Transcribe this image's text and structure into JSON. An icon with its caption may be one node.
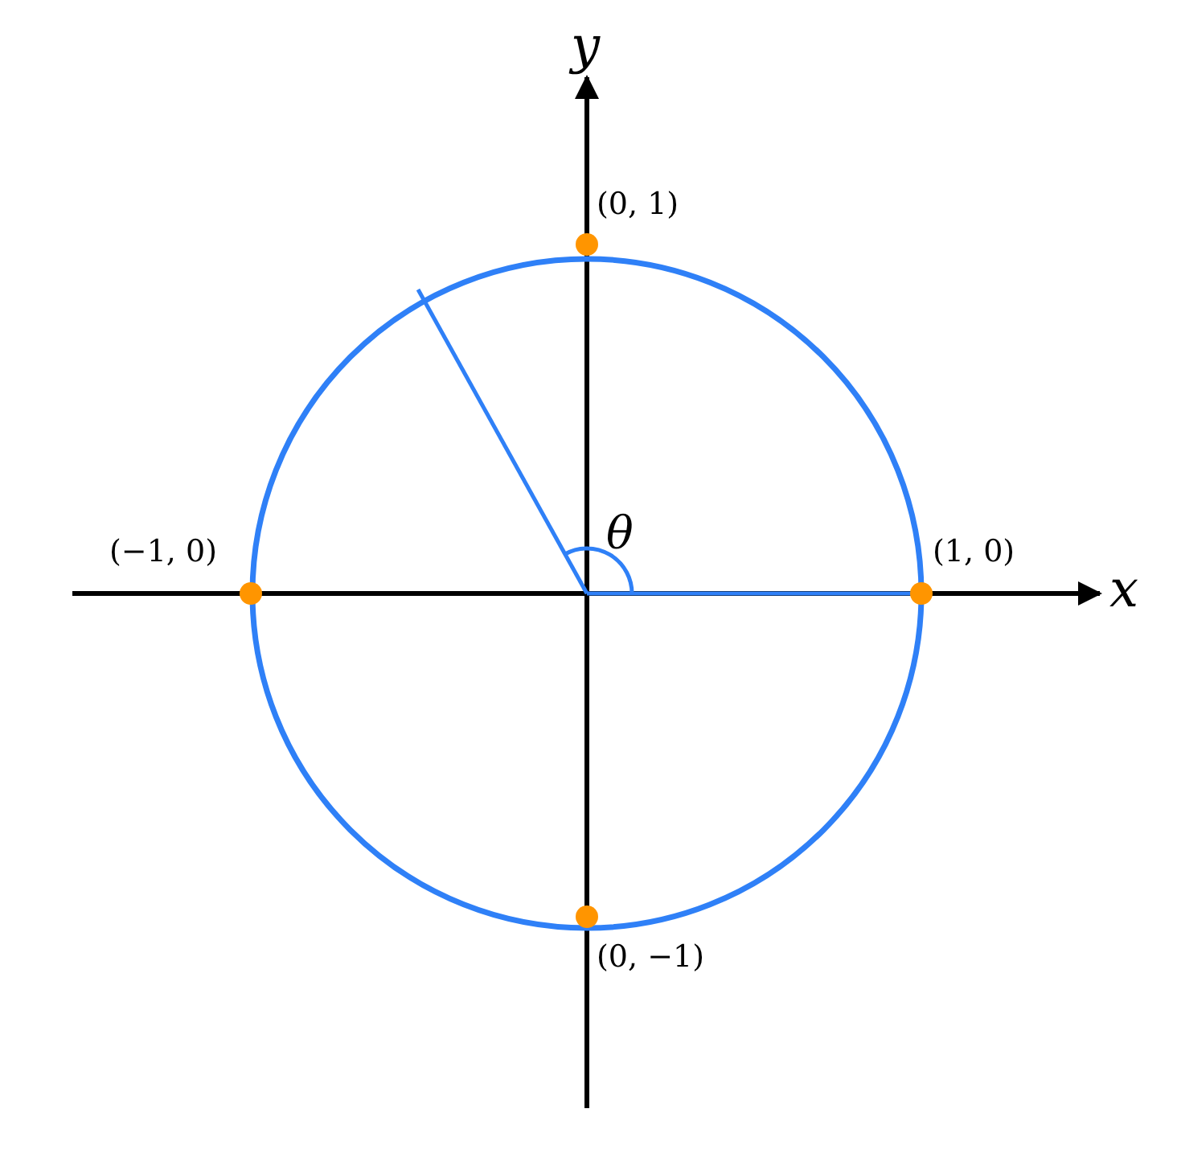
{
  "diagram": {
    "labels": [
      "y",
      "(0, 1)",
      "θ",
      "(−1, 0)",
      "(1, 0)",
      "x",
      "(0, −1)"
    ]
  }
}
